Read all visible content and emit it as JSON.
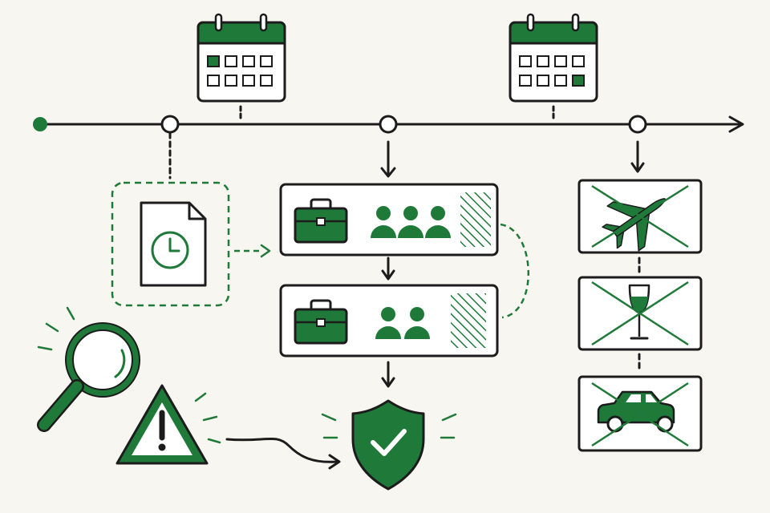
{
  "colors": {
    "accent": "#1f7a3a",
    "ink": "#1c1c1c",
    "background": "#f8f6f0",
    "paper": "#ffffff"
  },
  "icons": {
    "calendars": [
      "calendar-icon",
      "calendar-icon"
    ],
    "document": "document-clock-icon",
    "work_blocks": [
      {
        "icons": [
          "briefcase-icon",
          "people-icon",
          "hatched-block"
        ],
        "people": 3
      },
      {
        "icons": [
          "briefcase-icon",
          "people-icon",
          "hatched-block"
        ],
        "people": 2
      }
    ],
    "restrictions": [
      "no-flight-icon",
      "no-alcohol-icon",
      "no-car-icon"
    ],
    "result": "shield-check-icon",
    "review": [
      "magnifier-icon",
      "warning-icon"
    ]
  }
}
